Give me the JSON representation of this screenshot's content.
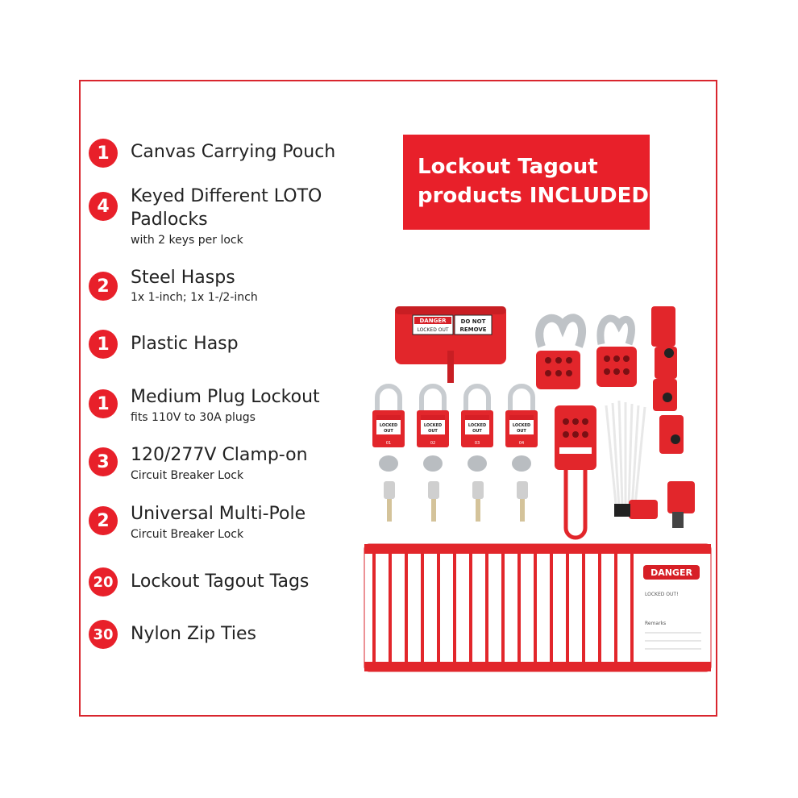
{
  "banner": {
    "line1": "Lockout Tagout",
    "line2": "products INCLUDED"
  },
  "items": [
    {
      "count": "1",
      "title": "Canvas Carrying Pouch",
      "sub": ""
    },
    {
      "count": "4",
      "title": "Keyed Different LOTO",
      "title2": "Padlocks",
      "sub": "with 2 keys per lock"
    },
    {
      "count": "2",
      "title": "Steel Hasps",
      "sub": "1x 1-inch; 1x 1-/2-inch"
    },
    {
      "count": "1",
      "title": "Plastic Hasp",
      "sub": ""
    },
    {
      "count": "1",
      "title": "Medium Plug Lockout",
      "sub": "fits 110V to 30A plugs"
    },
    {
      "count": "3",
      "title": "120/277V Clamp-on",
      "sub": "Circuit Breaker Lock"
    },
    {
      "count": "2",
      "title": "Universal Multi-Pole",
      "sub": "Circuit Breaker Lock"
    },
    {
      "count": "20",
      "title": "Lockout Tagout Tags",
      "sub": ""
    },
    {
      "count": "30",
      "title": "Nylon Zip Ties",
      "sub": ""
    }
  ],
  "product_photo": {
    "plug_lockout_label_left": "DANGER",
    "plug_lockout_label_left2": "LOCKED OUT",
    "plug_lockout_label_right": "DO NOT",
    "plug_lockout_label_right2": "REMOVE",
    "padlock_label1": "LOCKED",
    "padlock_label2": "OUT",
    "padlock_numbers": [
      "01",
      "02",
      "03",
      "04"
    ],
    "tag_header": "DANGER",
    "tag_line1": "LOCKED OUT!",
    "tag_remarks": "Remarks"
  },
  "colors": {
    "accent": "#e8202a",
    "frame": "#d9262e"
  }
}
